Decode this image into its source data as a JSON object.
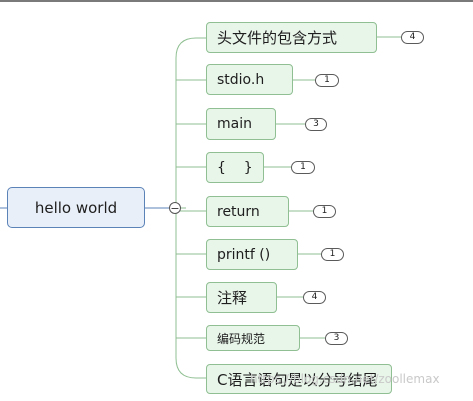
{
  "root": {
    "label": "hello world"
  },
  "collapse_symbol": "−",
  "topics": [
    {
      "label": "头文件的包含方式",
      "count": "4"
    },
    {
      "label": "stdio.h",
      "count": "1"
    },
    {
      "label": "main",
      "count": "3"
    },
    {
      "label": "{    }",
      "count": "1"
    },
    {
      "label": "return",
      "count": "1"
    },
    {
      "label": "printf ()",
      "count": "1"
    },
    {
      "label": "注释",
      "count": "4"
    },
    {
      "label": "编码规范",
      "count": "3"
    },
    {
      "label": "C语言语句是以分号结尾",
      "count": ""
    }
  ],
  "watermark": "https://blog.csdn.net/zoollemax",
  "colors": {
    "root_fill": "#e9eff8",
    "root_border": "#5b83b8",
    "topic_fill": "#e8f5e9",
    "topic_border": "#8fbf92",
    "connector": "#8fbf92"
  }
}
